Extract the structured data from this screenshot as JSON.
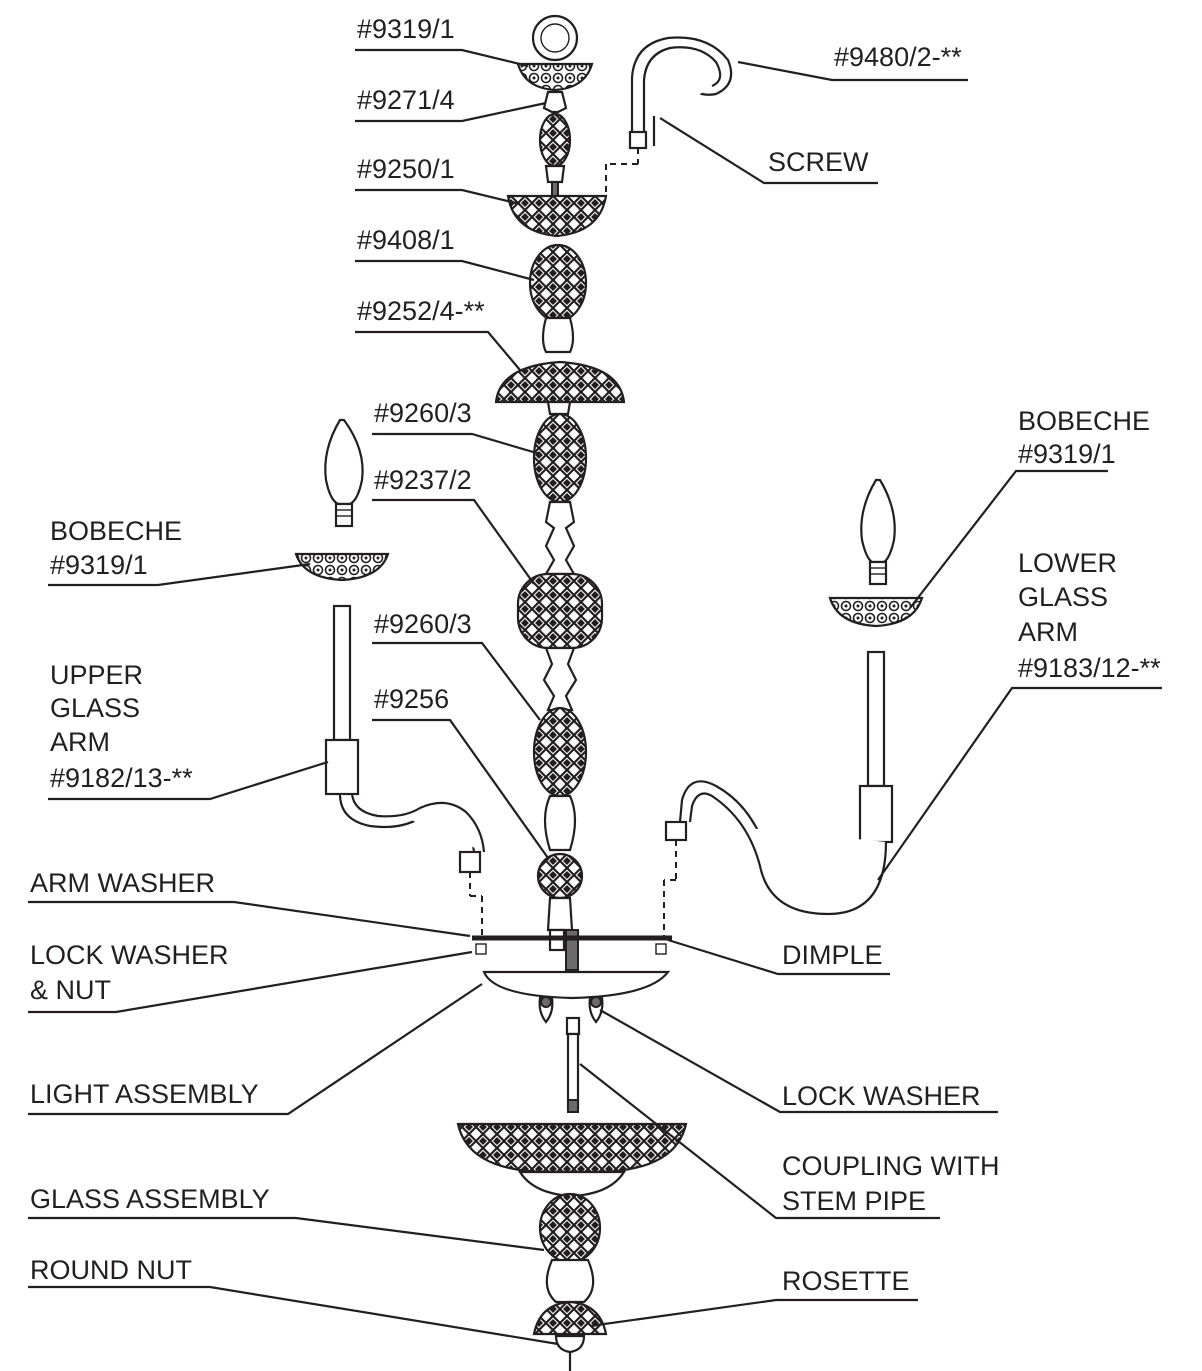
{
  "labels": {
    "p9319_1_top": "#9319/1",
    "p9271_4": "#9271/4",
    "p9480_2": "#9480/2-**",
    "screw": "SCREW",
    "p9250_1": "#9250/1",
    "p9408_1": "#9408/1",
    "p9252_4": "#9252/4-**",
    "p9260_3_a": "#9260/3",
    "p9237_2": "#9237/2",
    "p9260_3_b": "#9260/3",
    "p9256": "#9256",
    "bobeche_left_line1": "BOBECHE",
    "bobeche_left_line2": "#9319/1",
    "upper_arm_line1": "UPPER",
    "upper_arm_line2": "GLASS",
    "upper_arm_line3": "ARM",
    "upper_arm_line4": "#9182/13-**",
    "bobeche_right_line1": "BOBECHE",
    "bobeche_right_line2": "#9319/1",
    "lower_arm_line1": "LOWER",
    "lower_arm_line2": "GLASS",
    "lower_arm_line3": "ARM",
    "lower_arm_line4": "#9183/12-**",
    "arm_washer": "ARM WASHER",
    "lock_washer_nut_line1": "LOCK WASHER",
    "lock_washer_nut_line2": "& NUT",
    "dimple": "DIMPLE",
    "light_assembly": "LIGHT ASSEMBLY",
    "lock_washer": "LOCK WASHER",
    "coupling_line1": "COUPLING WITH",
    "coupling_line2": "STEM PIPE",
    "glass_assembly": "GLASS ASSEMBLY",
    "round_nut": "ROUND NUT",
    "rosette": "ROSETTE"
  }
}
